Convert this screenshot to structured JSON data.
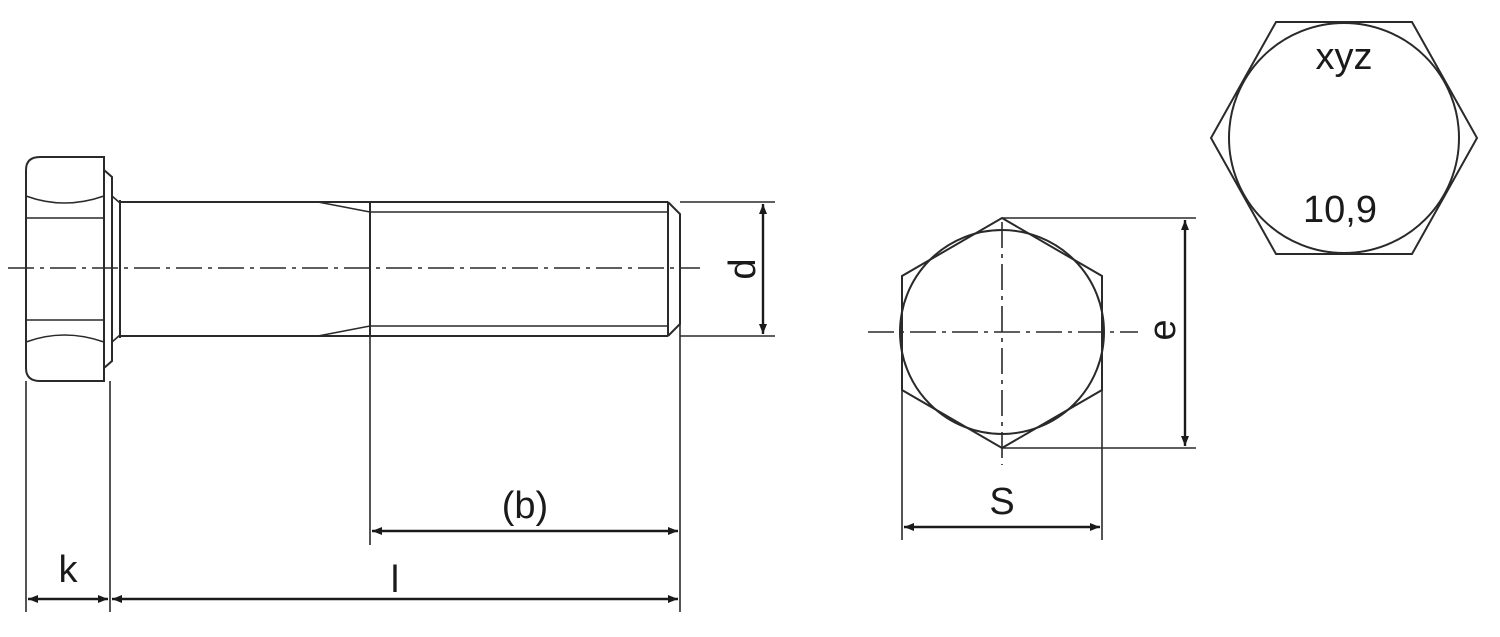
{
  "labels": {
    "k": "k",
    "l": "l",
    "b": "(b)",
    "d": "d",
    "s": "S",
    "e": "e",
    "marking_top": "xyz",
    "marking_bottom": "10,9"
  }
}
